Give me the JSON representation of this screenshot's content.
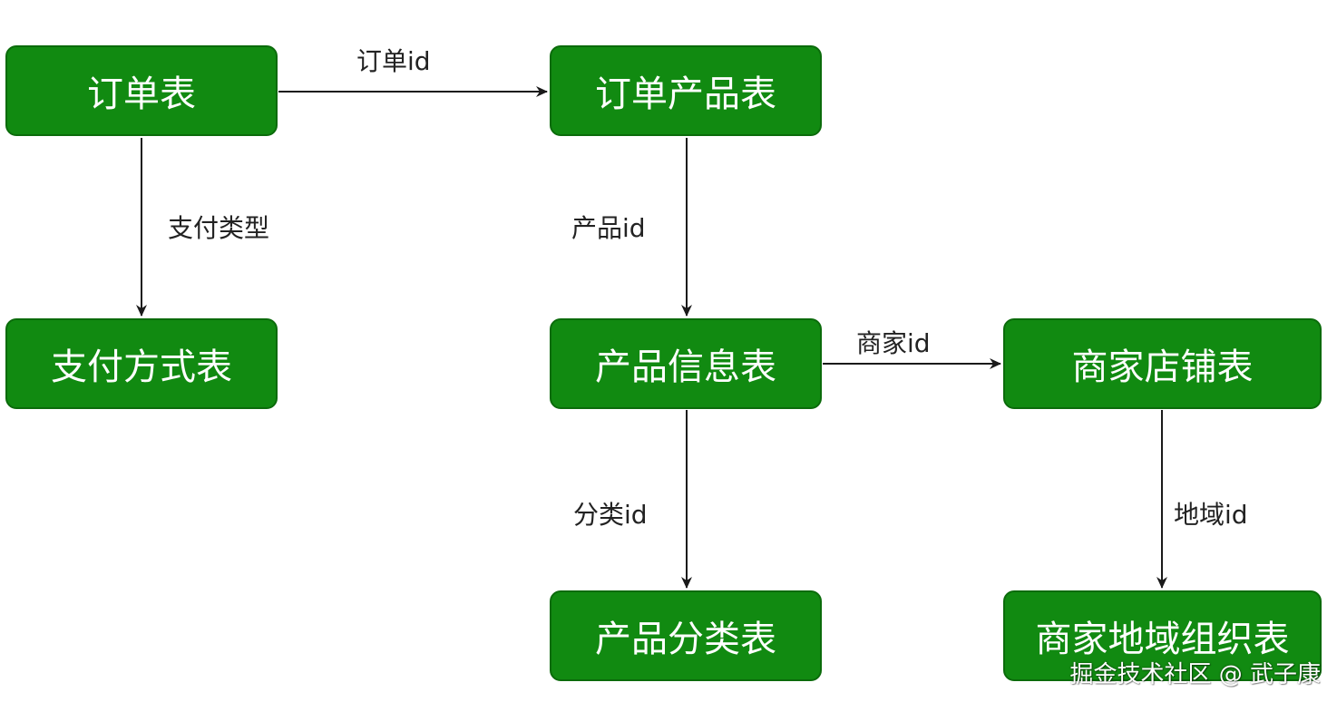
{
  "nodes": {
    "order_table": "订单表",
    "order_product_table": "订单产品表",
    "payment_method_table": "支付方式表",
    "product_info_table": "产品信息表",
    "merchant_store_table": "商家店铺表",
    "product_category_table": "产品分类表",
    "merchant_region_table": "商家地域组织表"
  },
  "edges": {
    "order_id": "订单id",
    "payment_type": "支付类型",
    "product_id": "产品id",
    "merchant_id": "商家id",
    "category_id": "分类id",
    "region_id": "地域id"
  },
  "watermark": "掘金技术社区 @ 武子康",
  "colors": {
    "node_fill": "#118a11",
    "node_border": "#0b6b0b",
    "node_text": "#ffffff",
    "edge": "#1a1a1a"
  }
}
